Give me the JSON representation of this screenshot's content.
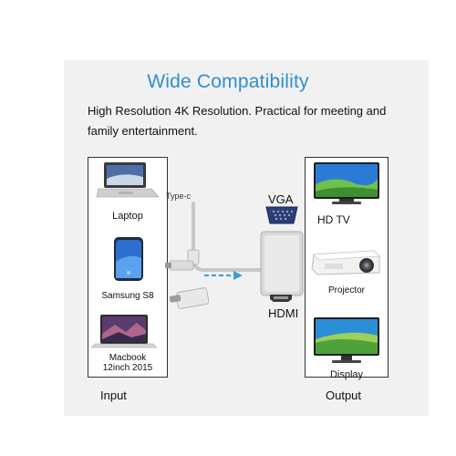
{
  "heading": "Wide Compatibility",
  "description": "High Resolution 4K Resolution. Practical for meeting and family entertainment.",
  "inputs": {
    "column_label": "Input",
    "devices": [
      {
        "label": "Laptop"
      },
      {
        "label": "Samsung S8"
      },
      {
        "label_line1": "Macbook",
        "label_line2": "12inch 2015"
      }
    ]
  },
  "adapter": {
    "cable_label": "Type-c",
    "ports": [
      {
        "label": "VGA"
      },
      {
        "label": "HDMI"
      }
    ]
  },
  "outputs": {
    "column_label": "Output",
    "devices": [
      {
        "label": "HD TV"
      },
      {
        "label": "Projector"
      },
      {
        "label": "Display"
      }
    ]
  },
  "colors": {
    "heading": "#2f8ed0",
    "arrow": "#3a9ee0"
  },
  "icons": [
    "laptop-icon",
    "smartphone-icon",
    "macbook-icon",
    "adapter-icon",
    "vga-port-icon",
    "hdmi-port-icon",
    "tv-icon",
    "projector-icon",
    "monitor-icon",
    "arrow-right-icon"
  ]
}
